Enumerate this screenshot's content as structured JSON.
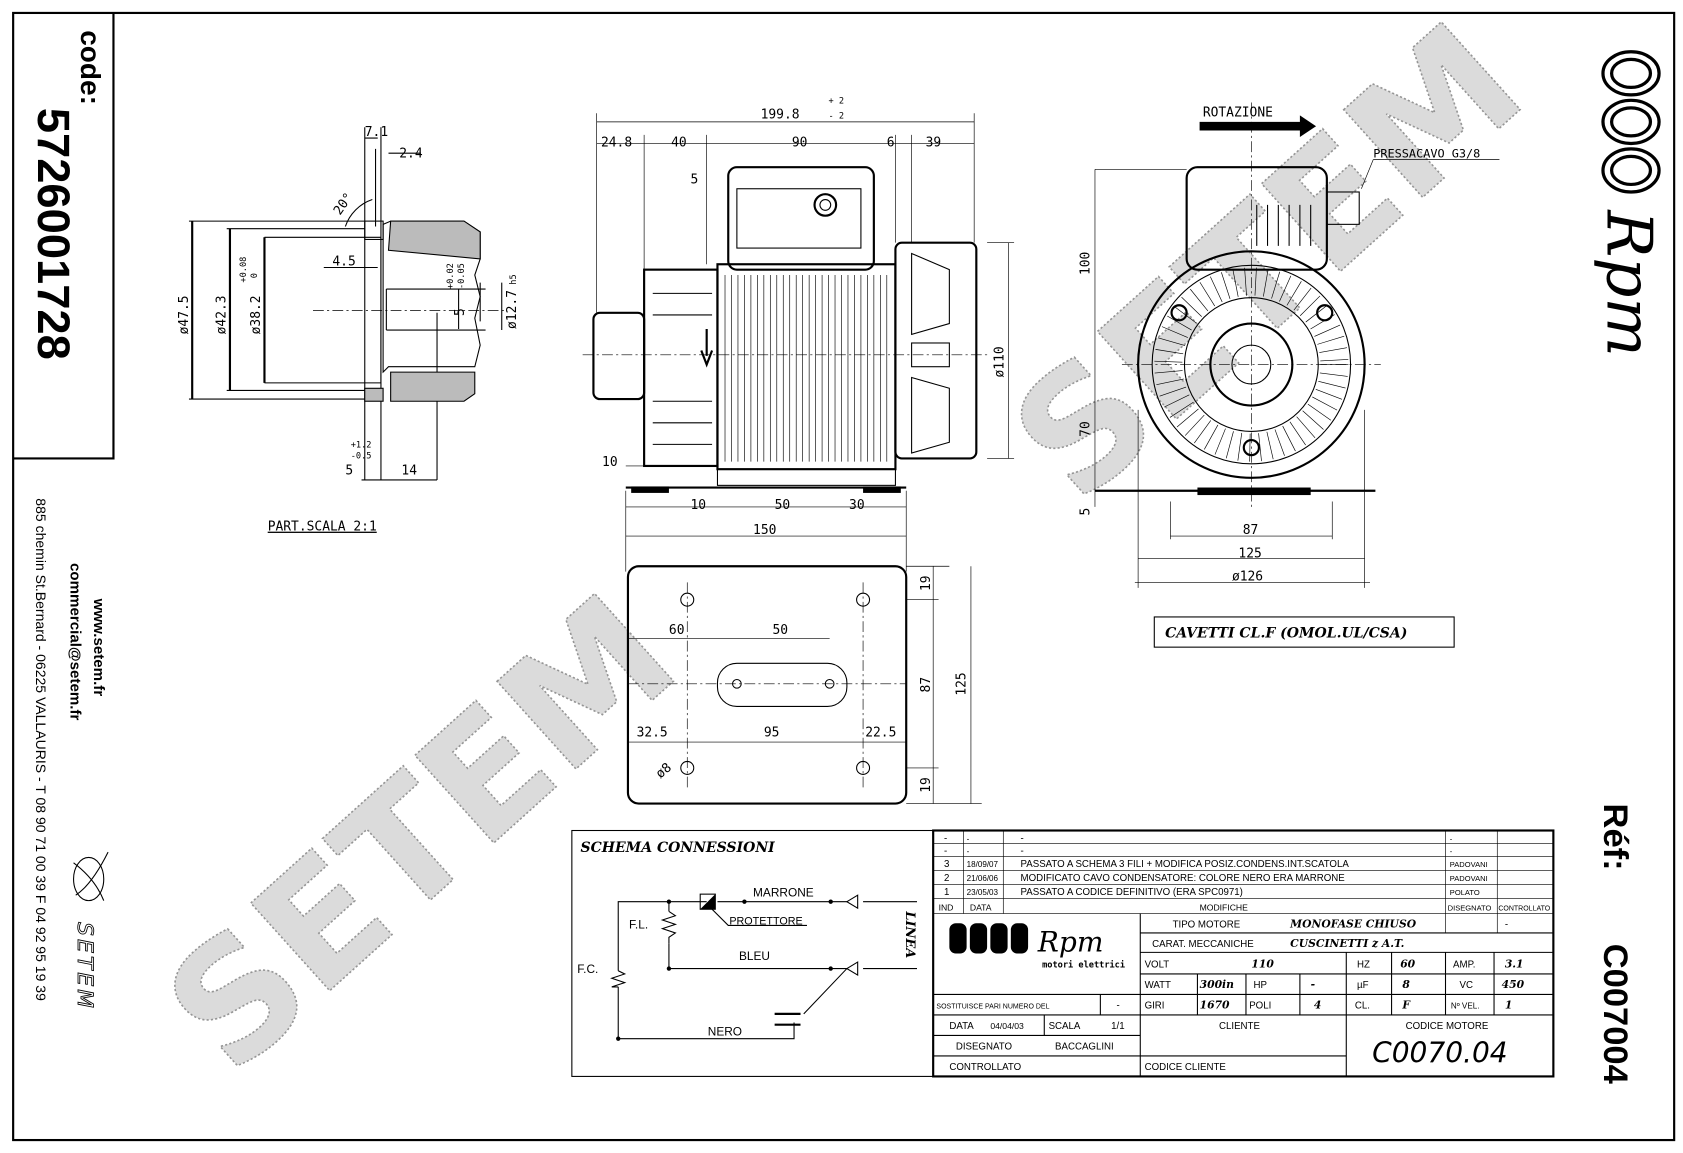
{
  "code_box": {
    "label": "code:",
    "value": "5726001728"
  },
  "company": {
    "website": "www.setem.fr",
    "email": "commercial@setem.fr",
    "address": "885 chemin St.Bernard  -  06225 VALLAURIS  -  T 08 90 71 00 39   F 04 92 95 19 39",
    "logo_text": "SETEM"
  },
  "watermark": "SETEM",
  "brand": {
    "logo_text": "Rpm",
    "tagline": "motori elettrici"
  },
  "reference": {
    "label": "Réf:",
    "value": "C007004"
  },
  "detail_view": {
    "caption": "PART.SCALA 2:1",
    "dims": [
      "7.1",
      "2.4",
      "20°",
      "4.5",
      "ø47.5",
      "ø42.3",
      "ø38.2",
      "+0.08",
      "0",
      "+0.02",
      "-0.05",
      "h5",
      "ø12.7",
      "5",
      "+1.2",
      "-0.5",
      "5",
      "14"
    ]
  },
  "side_view": {
    "overall": "199.8",
    "overall_tol_plus": "+ 2",
    "overall_tol_minus": "- 2",
    "top_dims": [
      "24.8",
      "40",
      "90",
      "6",
      "39"
    ],
    "other_dims": [
      "5",
      "10",
      "10",
      "50",
      "30",
      "150",
      "ø110"
    ]
  },
  "base_plate": {
    "dims": [
      "60",
      "50",
      "32.5",
      "95",
      "22.5",
      "ø8",
      "19",
      "87",
      "19",
      "125"
    ]
  },
  "front_view": {
    "rotation_label": "ROTAZIONE",
    "cable_gland_label": "PRESSACAVO G3/8",
    "dims": [
      "100",
      "70",
      "5",
      "87",
      "125",
      "ø126"
    ],
    "cable_note": "CAVETTI CL.F (OMOL.UL/CSA)"
  },
  "schematic": {
    "title": "SCHEMA CONNESSIONI",
    "labels": {
      "marrone": "MARRONE",
      "protettore": "PROTETTORE",
      "fl": "F.L.",
      "fc": "F.C.",
      "bleu": "BLEU",
      "nero": "NERO",
      "linea": "LINEA"
    }
  },
  "title_block": {
    "revisions": [
      {
        "ind": "-",
        "date": "-",
        "text": "-",
        "drawn": "-",
        "checked": ""
      },
      {
        "ind": "-",
        "date": "-",
        "text": "-",
        "drawn": "-",
        "checked": ""
      },
      {
        "ind": "3",
        "date": "18/09/07",
        "text": "PASSATO A SCHEMA 3 FILI + MODIFICA POSIZ.CONDENS.INT.SCATOLA",
        "drawn": "PADOVANI",
        "checked": ""
      },
      {
        "ind": "2",
        "date": "21/06/06",
        "text": "MODIFICATO CAVO CONDENSATORE: COLORE NERO ERA MARRONE",
        "drawn": "PADOVANI",
        "checked": ""
      },
      {
        "ind": "1",
        "date": "23/05/03",
        "text": "PASSATO A CODICE DEFINITIVO (ERA SPC0971)",
        "drawn": "POLATO",
        "checked": ""
      }
    ],
    "headers": {
      "ind": "IND",
      "date": "DATA",
      "changes": "MODIFICHE",
      "drawn": "DISEGNATO",
      "checked": "CONTROLLATO"
    },
    "motor_type_label": "TIPO MOTORE",
    "motor_type": "MONOFASE CHIUSO",
    "motor_type_extra": "-",
    "mech_label": "CARAT. MECCANICHE",
    "mech": "CUSCINETTI z A.T.",
    "volt_label": "VOLT",
    "volt": "110",
    "hz_label": "HZ",
    "hz": "60",
    "amp_label": "AMP.",
    "amp": "3.1",
    "watt_label": "WATT",
    "watt": "300in",
    "hp_label": "HP",
    "hp": "-",
    "uf_label": "µF",
    "uf": "8",
    "vc_label": "VC",
    "vc": "450",
    "giri_label": "GIRI",
    "giri": "1670",
    "poli_label": "POLI",
    "poli": "4",
    "cl_label": "CL.",
    "cl": "F",
    "vel_label": "Nº VEL.",
    "vel": "1",
    "replaces_label": "SOSTITUISCE PARI NUMERO DEL",
    "replaces": "-",
    "date_label": "DATA",
    "date": "04/04/03",
    "scale_label": "SCALA",
    "scale": "1/1",
    "drawn_label": "DISEGNATO",
    "drawn": "BACCAGLINI",
    "checked_label": "CONTROLLATO",
    "client_label": "CLIENTE",
    "client_code_label": "CODICE CLIENTE",
    "motor_code_label": "CODICE MOTORE",
    "motor_code": "C0070.04"
  }
}
